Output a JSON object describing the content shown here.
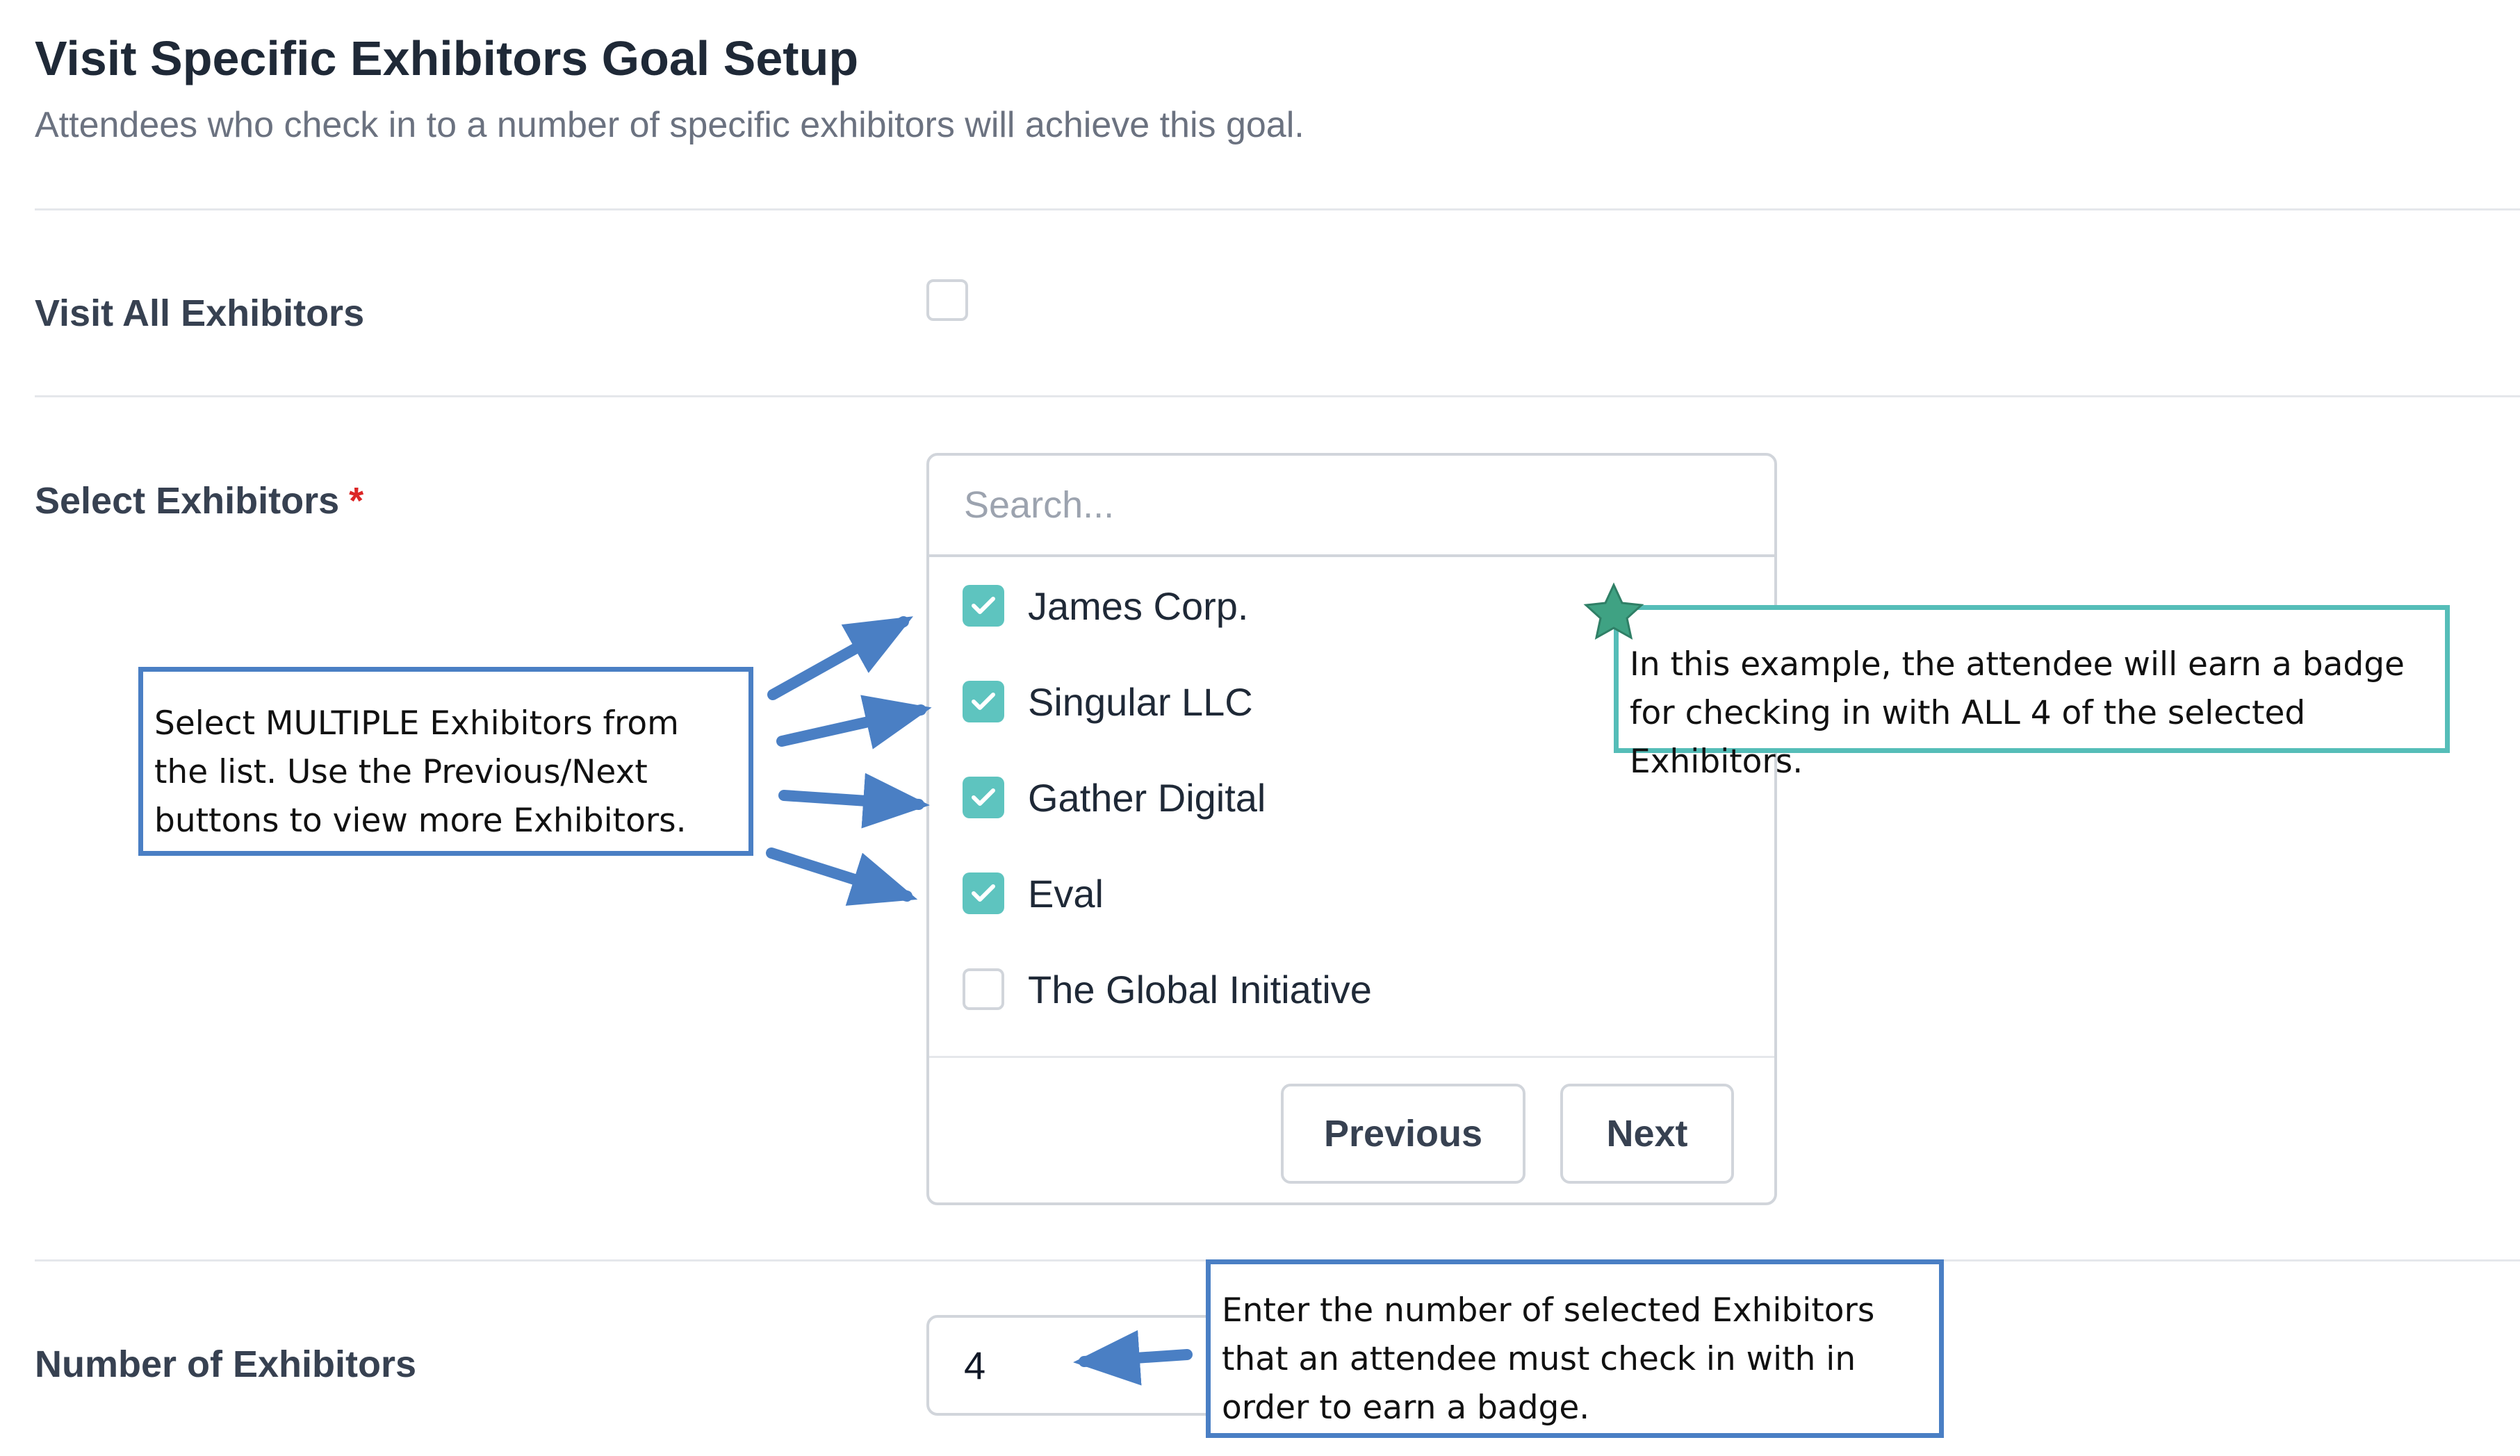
{
  "header": {
    "title": "Visit Specific Exhibitors Goal Setup",
    "subtitle": "Attendees who check in to a number of specific exhibitors will achieve this goal."
  },
  "visit_all": {
    "label": "Visit All Exhibitors",
    "checked": false
  },
  "select_exhibitors": {
    "label": "Select Exhibitors",
    "required_mark": "*",
    "search_placeholder": "Search...",
    "items": [
      {
        "label": "James Corp.",
        "checked": true
      },
      {
        "label": "Singular LLC",
        "checked": true
      },
      {
        "label": "Gather Digital",
        "checked": true
      },
      {
        "label": "Eval",
        "checked": true
      },
      {
        "label": "The Global Initiative",
        "checked": false
      }
    ],
    "previous_label": "Previous",
    "next_label": "Next"
  },
  "number_of_exhibitors": {
    "label": "Number of Exhibitors",
    "value": "4"
  },
  "annotations": {
    "multi_select": "Select MULTIPLE Exhibitors from the list. Use the Previous/Next buttons to view more Exhibitors.",
    "example": "In this example, the attendee will earn a badge for checking in with ALL 4 of the selected Exhibitors.",
    "number": "Enter the number of selected Exhibitors that an attendee must check in with in order to earn a badge."
  },
  "colors": {
    "accent_teal": "#5ec4bf",
    "annotation_blue": "#4a7fc4",
    "annotation_teal": "#55bdb8",
    "star_green": "#3fa283",
    "required_red": "#dc2626"
  },
  "icons": {
    "checkmark": "check-icon",
    "star": "star-icon",
    "arrow": "arrow-icon"
  }
}
